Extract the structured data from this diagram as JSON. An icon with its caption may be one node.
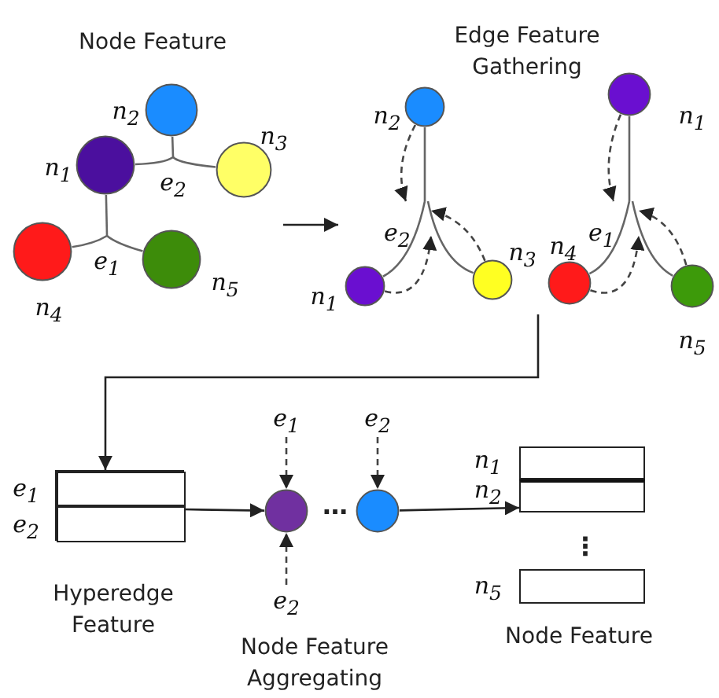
{
  "diagram": {
    "nodes": [
      {
        "text": [],
        "shape": "circle",
        "beside": [
          "n$_{2}$"
        ]
      },
      {
        "text": [],
        "shape": "circle",
        "beside": [
          "n$_{1}$"
        ]
      },
      {
        "text": [
          "e$_{2}$"
        ]
      },
      {
        "text": [],
        "shape": "circle",
        "beside": [
          "n$_{3}$"
        ]
      },
      {
        "text": [
          "e$_{1}$"
        ]
      },
      {
        "text": [],
        "shape": "circle",
        "beside": [
          "n$_{4}$"
        ]
      },
      {
        "text": [],
        "shape": "circle",
        "beside": [
          "n$_{5}$"
        ]
      },
      {
        "text": [],
        "shape": "circle",
        "beside": [
          "n$_{2}$"
        ]
      },
      {
        "text": [
          "e$_{2}$"
        ]
      },
      {
        "text": [],
        "shape": "circle",
        "beside": [
          "n$_{1}$"
        ]
      },
      {
        "text": [],
        "shape": "circle",
        "beside": [
          "n$_{3}$"
        ]
      },
      {
        "text": [],
        "shape": "circle",
        "beside": [
          "n$_{1}$"
        ]
      },
      {
        "text": [
          "e$_{1}$"
        ]
      },
      {
        "text": [],
        "shape": "circle",
        "beside": [
          "n$_{4}$"
        ]
      },
      {
        "text": [],
        "shape": "circle",
        "beside": [
          "n$_{5}$"
        ]
      },
      {
        "text": [],
        "shape": "box"
      },
      {
        "text": [],
        "shape": "box",
        "in": 15,
        "beside": [
          "e$_{1}$"
        ]
      },
      {
        "text": [],
        "shape": "box",
        "in": 15,
        "beside": [
          "e$_{2}$"
        ]
      },
      {
        "text": [
          "e$_{1}$"
        ]
      },
      {
        "text": [
          "e$_{2}$"
        ]
      },
      {
        "text": [],
        "shape": "circle"
      },
      {
        "text": [],
        "shape": "circle"
      },
      {
        "text": [
          "e$_{2}$"
        ]
      },
      {
        "text": [],
        "shape": "box",
        "beside": [
          "n$_{1}$"
        ]
      },
      {
        "text": [],
        "shape": "box",
        "beside": [
          "n$_{2}$"
        ]
      },
      {
        "text": [],
        "shape": "box",
        "beside": [
          "n$_{5}$"
        ]
      }
    ],
    "edges": [
      {
        "from": 1,
        "to": 2,
        "arrow": "none"
      },
      {
        "from": 0,
        "to": 2,
        "arrow": "none"
      },
      {
        "from": 3,
        "to": 2,
        "arrow": "none"
      },
      {
        "from": 1,
        "to": 4,
        "arrow": "none"
      },
      {
        "from": 5,
        "to": 4,
        "arrow": "none"
      },
      {
        "from": 6,
        "to": 4,
        "arrow": "none"
      },
      {
        "from": 7,
        "to": 8,
        "arrow": "none"
      },
      {
        "from": 9,
        "to": 8,
        "arrow": "none"
      },
      {
        "from": 10,
        "to": 8,
        "arrow": "none"
      },
      {
        "from": 7,
        "to": 8,
        "arrow": "to",
        "style": "dashed"
      },
      {
        "from": 9,
        "to": 8,
        "arrow": "to",
        "style": "dashed"
      },
      {
        "from": 10,
        "to": 8,
        "arrow": "to",
        "style": "dashed"
      },
      {
        "from": 11,
        "to": 12,
        "arrow": "none"
      },
      {
        "from": 13,
        "to": 12,
        "arrow": "none"
      },
      {
        "from": 14,
        "to": 12,
        "arrow": "none"
      },
      {
        "from": 11,
        "to": 12,
        "arrow": "to",
        "style": "dashed"
      },
      {
        "from": 13,
        "to": 12,
        "arrow": "to",
        "style": "dashed"
      },
      {
        "from": 14,
        "to": 12,
        "arrow": "to",
        "style": "dashed"
      },
      {
        "from": null,
        "to": 15,
        "arrow": "to"
      },
      {
        "from": 15,
        "to": 20,
        "arrow": "to"
      },
      {
        "from": 18,
        "to": 20,
        "arrow": "to",
        "style": "dashed"
      },
      {
        "from": 22,
        "to": 20,
        "arrow": "to",
        "style": "dashed"
      },
      {
        "from": 19,
        "to": 21,
        "arrow": "to",
        "style": "dashed"
      },
      {
        "from": 21,
        "to": 24,
        "arrow": "to"
      }
    ],
    "labels": [
      "Node Feature",
      "Edge Feature Gathering",
      "…",
      "⋮",
      "Hyperedge Feature",
      "Node Feature",
      "Node Feature Aggregating"
    ]
  }
}
